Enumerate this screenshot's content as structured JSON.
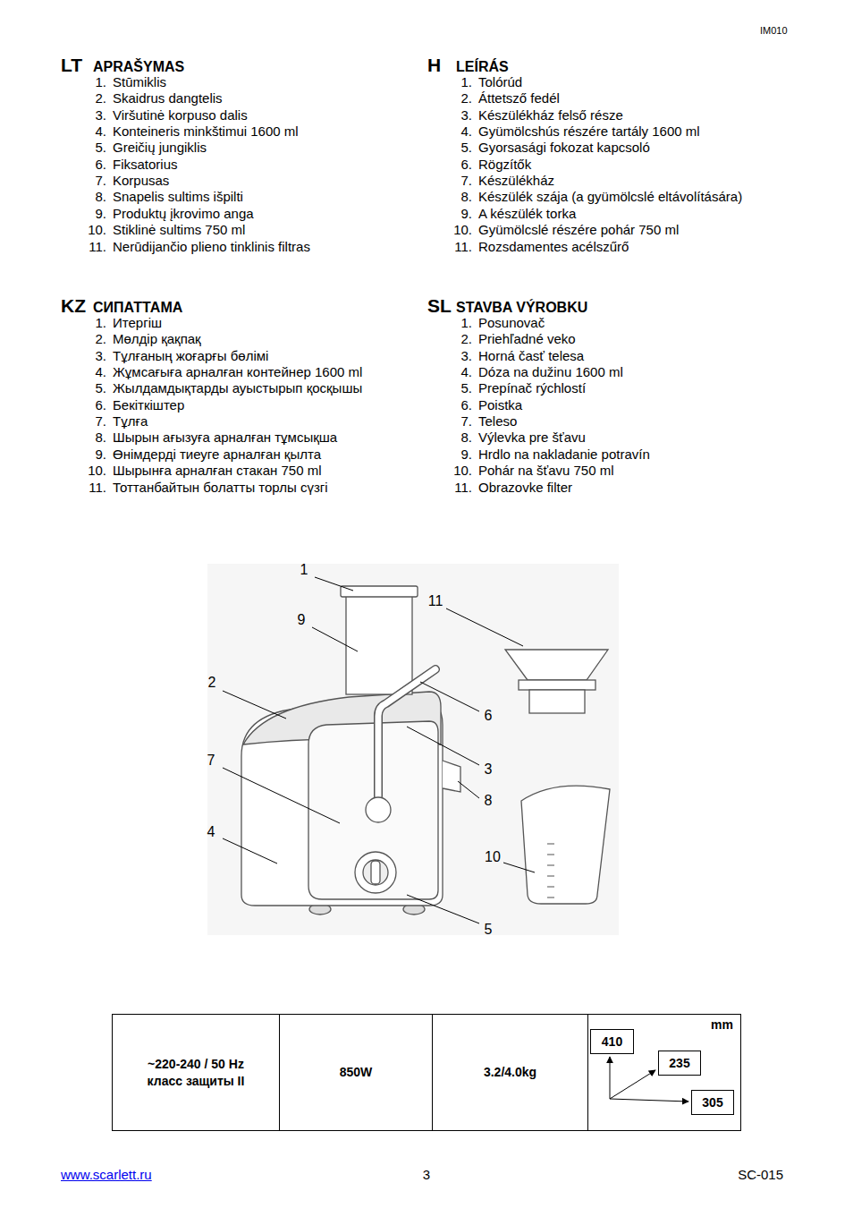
{
  "diagram": {
    "nodes": [
      {
        "text": [
          "~220-240 / 50 Hz класс защиты II"
        ]
      },
      {
        "text": [
          "850W"
        ]
      },
      {
        "text": [
          "3.2/4.0kg"
        ]
      },
      {
        "text": [
          "mm"
        ]
      },
      {
        "text": [
          "410"
        ],
        "in": 3
      },
      {
        "text": [
          "235"
        ],
        "in": 3
      },
      {
        "text": [
          "305"
        ],
        "in": 3
      }
    ],
    "labels": [
      "IM010",
      "LT",
      "APRAŠYMAS",
      "1.",
      "Stūmiklis",
      "2.",
      "Skaidrus dangtelis",
      "3.",
      "Viršutinė korpuso dalis",
      "4.",
      "Konteineris minkštimui 1600 ml",
      "5.",
      "Greičių jungiklis",
      "6.",
      "Fiksatorius",
      "7.",
      "Korpusas",
      "8.",
      "Snapelis sultims išpilti",
      "9.",
      "Produktų įkrovimo anga",
      "10.",
      "Stiklinė sultims 750 ml",
      "11.",
      "Nerūdijančio plieno tinklinis filtras",
      "H",
      "LEÍRÁS",
      "1.",
      "Tolórúd",
      "2.",
      "Áttetsző fedél",
      "3.",
      "Készülékház felső része",
      "4.",
      "Gyümölcshús részére tartály 1600 ml",
      "5.",
      "Gyorsasági fokozat kapcsoló",
      "6.",
      "Rögzítők",
      "7.",
      "Készülékház",
      "8.",
      "Készülék szája (a gyümölcslé eltávolítására)",
      "9.",
      "A készülék torka",
      "10.",
      "Gyümölcslé részére pohár 750 ml",
      "11.",
      "Rozsdamentes acélszűrő",
      "KZ",
      "СИПАТТАМА",
      "1.",
      "Итергіш",
      "2.",
      "Мөлдір қақпақ",
      "3.",
      "Тұлғаның жоғарғы бөлімі",
      "4.",
      "Жұмсағыға арналған контейнер 1600 ml",
      "5.",
      "Жылдамдықтарды ауыстырып қосқышы",
      "6.",
      "Бекіткіштер",
      "7.",
      "Тұлға",
      "8.",
      "Шырын ағызуға арналған тұмсықша",
      "9.",
      "Өнімдерді тиеуге арналған қылта",
      "10.",
      "Шырынға арналған стакан 750 ml",
      "11.",
      "Тоттанбайтын болатты торлы сүзгі",
      "SL",
      "STAVBA VÝROBKU",
      "1.",
      "Posunovač",
      "2.",
      "Priehľadné veko",
      "3.",
      "Horná časť telesa",
      "4.",
      "Dóza na dužinu 1600 ml",
      "5.",
      "Prepínač rýchlostí",
      "6.",
      "Poistka",
      "7.",
      "Teleso",
      "8.",
      "Výlevka pre šťavu",
      "9.",
      "Hrdlo na nakladanie potravín",
      "10.",
      "Pohár na šťavu 750 ml",
      "11.",
      "Obrazovke filter",
      "1",
      "9",
      "11",
      "2",
      "6",
      "7",
      "3",
      "8",
      "4",
      "10",
      "5",
      "www.scarlett.ru",
      "3",
      "SC-015"
    ]
  }
}
